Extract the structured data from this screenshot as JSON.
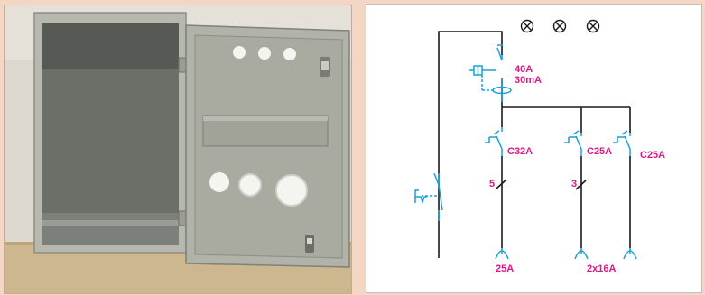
{
  "diagram": {
    "rcd": {
      "rating": "40A",
      "sensitivity": "30mA"
    },
    "breakers": [
      {
        "label": "C32A",
        "conductors": "5",
        "output": "25A"
      },
      {
        "label": "C25A",
        "conductors": "3",
        "output": "2x16A"
      },
      {
        "label": "C25A",
        "conductors": "",
        "output": ""
      }
    ],
    "lamp_count": 3
  },
  "colors": {
    "background": "#f3d6c4",
    "device": "#1aa0d8",
    "label": "#e0158a",
    "wire": "#1a1a1a"
  }
}
